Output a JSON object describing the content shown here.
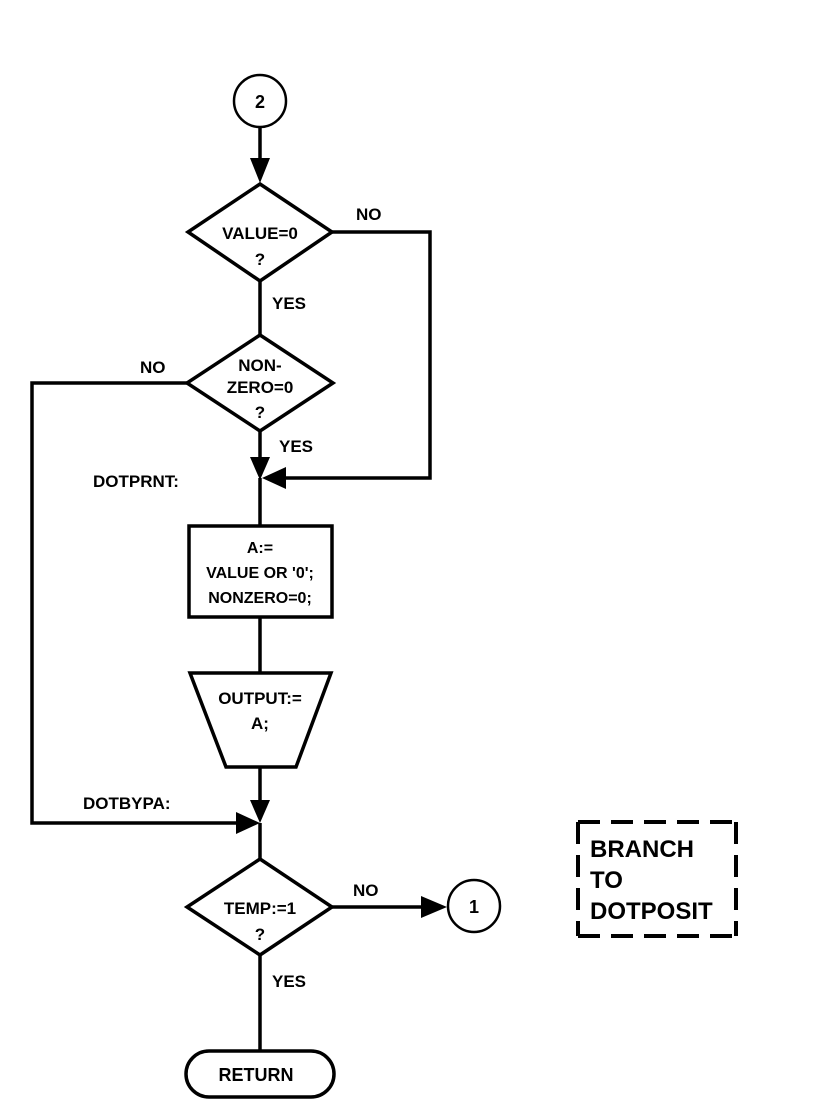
{
  "diagram": {
    "type": "flowchart",
    "connectors": {
      "entry": "2",
      "exit": "1"
    },
    "decisions": {
      "value_zero": {
        "line1": "VALUE=0",
        "line2": "?"
      },
      "nonzero_zero": {
        "line1": "NON-",
        "line2": "ZERO=0",
        "line3": "?"
      },
      "temp_one": {
        "line1": "TEMP:=1",
        "line2": "?"
      }
    },
    "process": {
      "assign_a": {
        "line1": "A:=",
        "line2": "VALUE OR '0';",
        "line3": "NONZERO=0;"
      }
    },
    "output": {
      "output_a": {
        "line1": "OUTPUT:=",
        "line2": "A;"
      }
    },
    "terminal": {
      "return": "RETURN"
    },
    "labels": {
      "dotprnt": "DOTPRNT:",
      "dotbypa": "DOTBYPA:"
    },
    "branch_labels": {
      "value_no": "NO",
      "value_yes": "YES",
      "nonzero_no": "NO",
      "nonzero_yes": "YES",
      "temp_no": "NO",
      "temp_yes": "YES"
    },
    "annotation": {
      "line1": "BRANCH",
      "line2": "TO",
      "line3": "DOTPOSIT"
    },
    "edges": [
      {
        "from": "connector-2",
        "to": "decision-value-zero"
      },
      {
        "from": "decision-value-zero",
        "to": "decision-nonzero-zero",
        "label": "YES"
      },
      {
        "from": "decision-value-zero",
        "to": "dotprnt",
        "label": "NO"
      },
      {
        "from": "decision-nonzero-zero",
        "to": "dotprnt",
        "label": "YES"
      },
      {
        "from": "decision-nonzero-zero",
        "to": "dotbypa",
        "label": "NO"
      },
      {
        "from": "dotprnt",
        "to": "process-assign-a"
      },
      {
        "from": "process-assign-a",
        "to": "output-a"
      },
      {
        "from": "output-a",
        "to": "dotbypa"
      },
      {
        "from": "dotbypa",
        "to": "decision-temp-one"
      },
      {
        "from": "decision-temp-one",
        "to": "connector-1",
        "label": "NO"
      },
      {
        "from": "decision-temp-one",
        "to": "terminal-return",
        "label": "YES"
      }
    ]
  }
}
